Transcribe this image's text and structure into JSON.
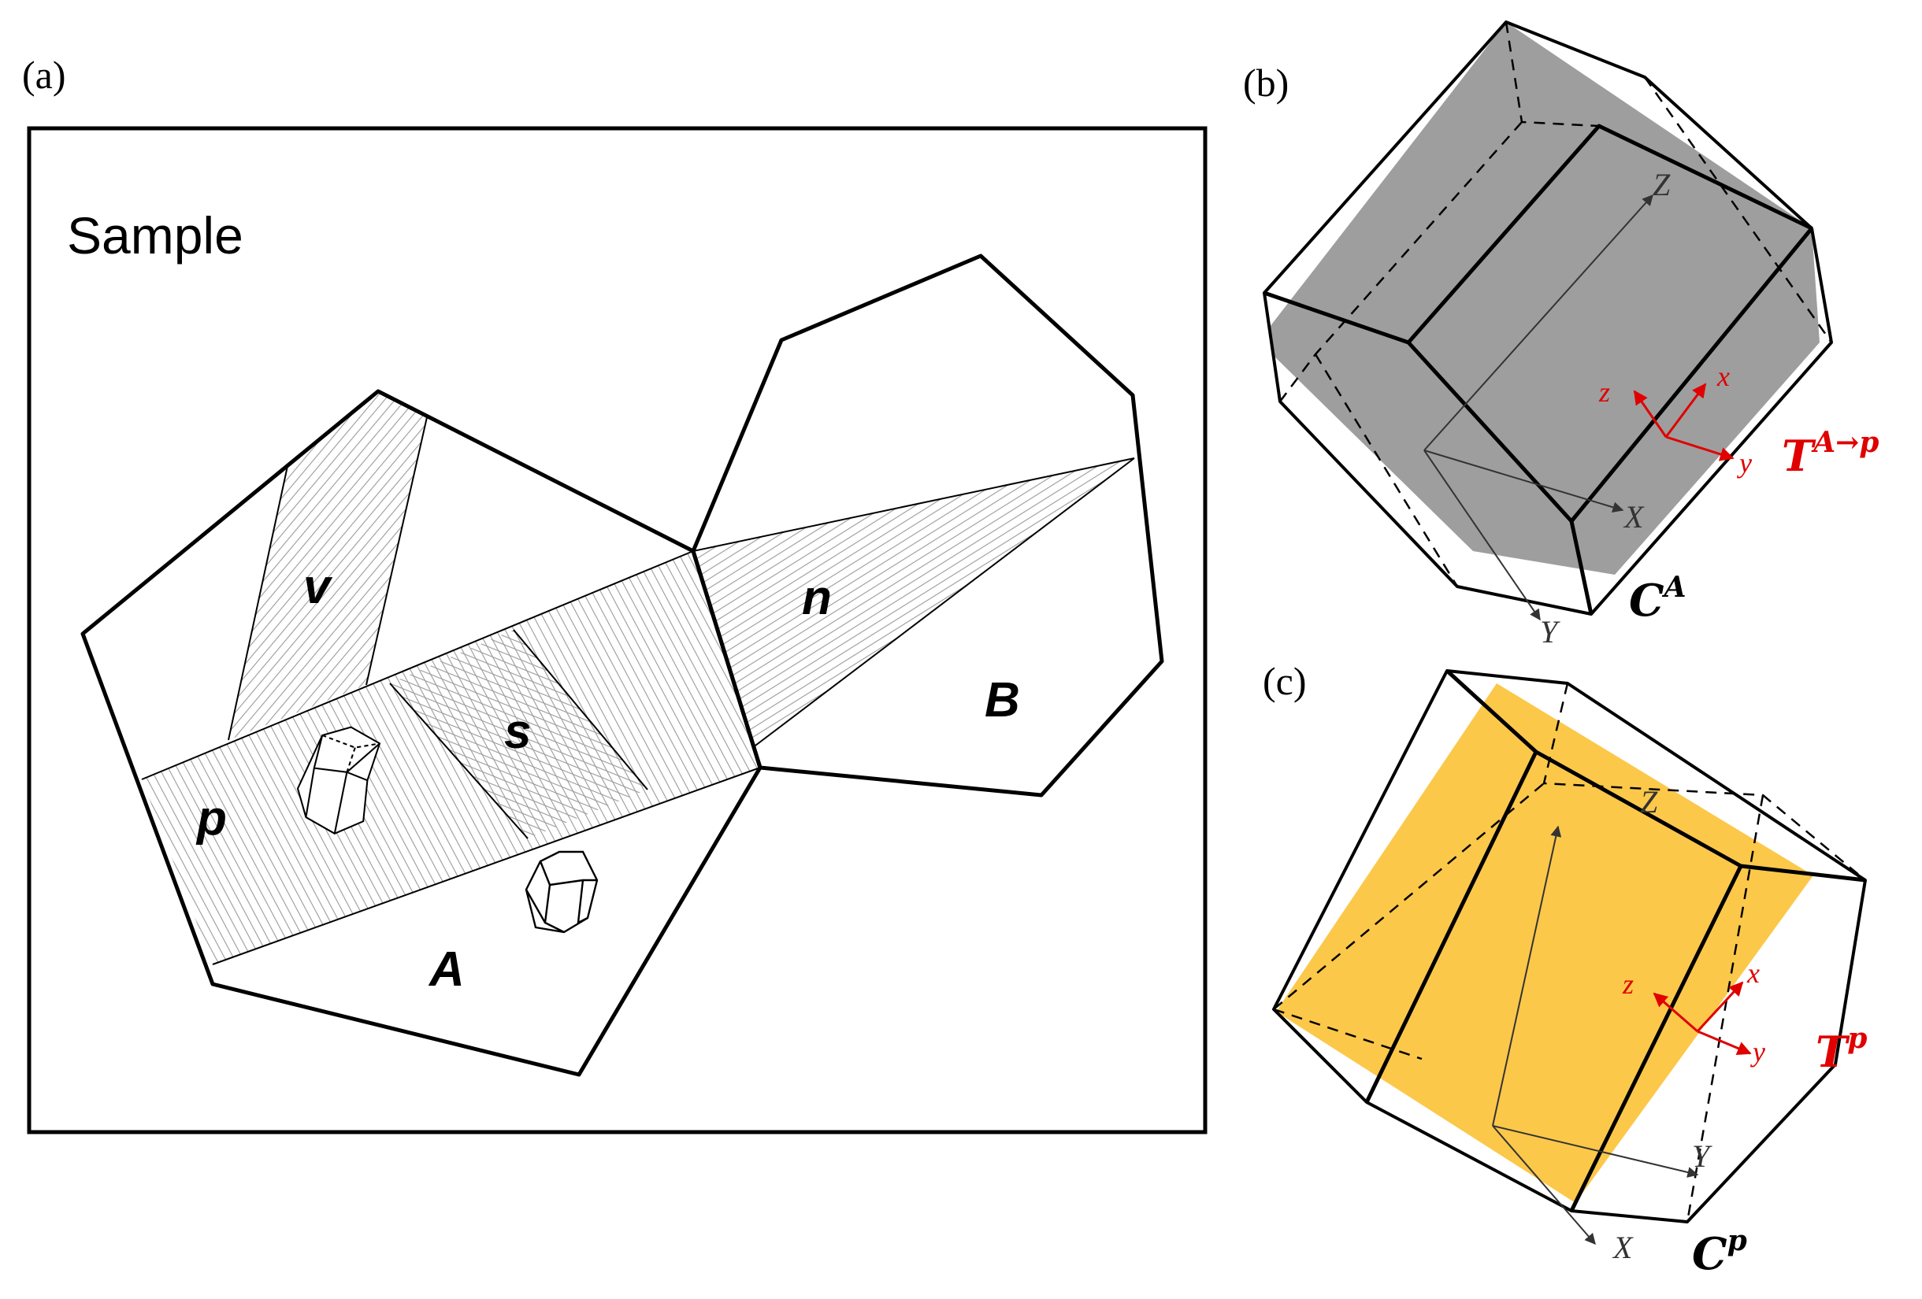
{
  "panel_a": {
    "label": "(a)",
    "sample_label": "Sample",
    "regions": {
      "v": "v",
      "p": "p",
      "s": "s",
      "n": "n",
      "A": "A",
      "B": "B"
    }
  },
  "panel_b": {
    "label": "(b)",
    "axes": {
      "X": "X",
      "Y": "Y",
      "Z": "Z"
    },
    "local_axes": {
      "x": "x",
      "y": "y",
      "z": "z"
    },
    "transform_label": {
      "main": "T",
      "sup": "A→p"
    },
    "crystal_label": {
      "main": "C",
      "sup": "A"
    }
  },
  "panel_c": {
    "label": "(c)",
    "axes": {
      "X": "X",
      "Y": "Y",
      "Z": "Z"
    },
    "local_axes": {
      "x": "x",
      "y": "y",
      "z": "z"
    },
    "transform_label": {
      "main": "T",
      "sup": "p"
    },
    "crystal_label": {
      "main": "C",
      "sup": "p"
    }
  },
  "colors": {
    "outline": "#000000",
    "hatch": "#9a9a9a",
    "plane_b": "#9e9e9e",
    "plane_c": "#fcc84a",
    "red_axes": "#e00000",
    "axis_arrows": "#333333"
  }
}
